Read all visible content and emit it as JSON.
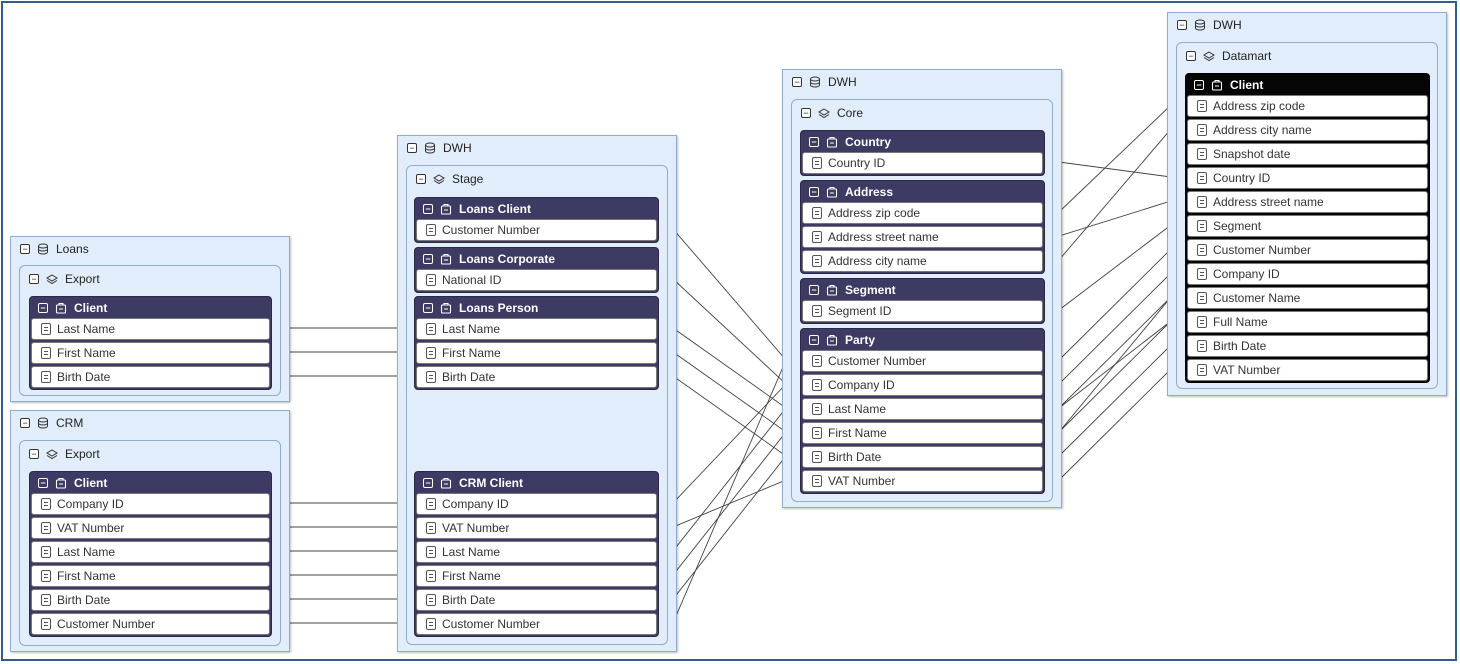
{
  "layers": [
    {
      "id": "loans",
      "title": "Loans",
      "schemas": [
        {
          "title": "Export",
          "entities": [
            {
              "id": "loans_client",
              "title": "Client",
              "fields": [
                "Last Name",
                "First Name",
                "Birth Date"
              ]
            }
          ]
        }
      ]
    },
    {
      "id": "crm",
      "title": "CRM",
      "schemas": [
        {
          "title": "Export",
          "entities": [
            {
              "id": "crm_client",
              "title": "Client",
              "fields": [
                "Company ID",
                "VAT Number",
                "Last Name",
                "First Name",
                "Birth Date",
                "Customer Number"
              ]
            }
          ]
        }
      ]
    },
    {
      "id": "stage_dwh",
      "title": "DWH",
      "schemas": [
        {
          "title": "Stage",
          "entities": [
            {
              "id": "st_loans_client",
              "title": "Loans Client",
              "fields": [
                "Customer Number"
              ]
            },
            {
              "id": "st_loans_corp",
              "title": "Loans Corporate",
              "fields": [
                "National ID"
              ]
            },
            {
              "id": "st_loans_person",
              "title": "Loans Person",
              "fields": [
                "Last Name",
                "First Name",
                "Birth Date"
              ]
            },
            {
              "id": "st_crm_client",
              "title": "CRM Client",
              "fields": [
                "Company ID",
                "VAT Number",
                "Last Name",
                "First Name",
                "Birth Date",
                "Customer Number"
              ]
            }
          ]
        }
      ]
    },
    {
      "id": "core_dwh",
      "title": "DWH",
      "schemas": [
        {
          "title": "Core",
          "entities": [
            {
              "id": "core_country",
              "title": "Country",
              "fields": [
                "Country ID"
              ]
            },
            {
              "id": "core_address",
              "title": "Address",
              "fields": [
                "Address zip code",
                "Address street name",
                "Address city name"
              ]
            },
            {
              "id": "core_segment",
              "title": "Segment",
              "fields": [
                "Segment ID"
              ]
            },
            {
              "id": "core_party",
              "title": "Party",
              "fields": [
                "Customer Number",
                "Company ID",
                "Last Name",
                "First Name",
                "Birth Date",
                "VAT Number"
              ]
            }
          ]
        }
      ]
    },
    {
      "id": "dm_dwh",
      "title": "DWH",
      "schemas": [
        {
          "title": "Datamart",
          "entities": [
            {
              "id": "dm_client",
              "title": "Client",
              "fields": [
                "Address zip code",
                "Address city name",
                "Snapshot date",
                "Country ID",
                "Address street name",
                "Segment",
                "Customer Number",
                "Company ID",
                "Customer Name",
                "Full Name",
                "Birth Date",
                "VAT Number"
              ]
            }
          ]
        }
      ]
    }
  ],
  "links": [
    [
      "loans_client",
      0,
      "st_loans_person",
      0
    ],
    [
      "loans_client",
      1,
      "st_loans_person",
      1
    ],
    [
      "loans_client",
      2,
      "st_loans_person",
      2
    ],
    [
      "crm_client",
      0,
      "st_crm_client",
      0
    ],
    [
      "crm_client",
      1,
      "st_crm_client",
      1
    ],
    [
      "crm_client",
      2,
      "st_crm_client",
      2
    ],
    [
      "crm_client",
      3,
      "st_crm_client",
      3
    ],
    [
      "crm_client",
      4,
      "st_crm_client",
      4
    ],
    [
      "crm_client",
      5,
      "st_crm_client",
      5
    ],
    [
      "st_loans_client",
      0,
      "core_party",
      0
    ],
    [
      "st_loans_corp",
      0,
      "core_party",
      1
    ],
    [
      "st_loans_person",
      0,
      "core_party",
      2
    ],
    [
      "st_loans_person",
      1,
      "core_party",
      3
    ],
    [
      "st_loans_person",
      2,
      "core_party",
      4
    ],
    [
      "st_crm_client",
      0,
      "core_party",
      1
    ],
    [
      "st_crm_client",
      1,
      "core_party",
      5
    ],
    [
      "st_crm_client",
      2,
      "core_party",
      2
    ],
    [
      "st_crm_client",
      3,
      "core_party",
      3
    ],
    [
      "st_crm_client",
      4,
      "core_party",
      4
    ],
    [
      "st_crm_client",
      5,
      "core_party",
      0
    ],
    [
      "core_country",
      0,
      "dm_client",
      3
    ],
    [
      "core_address",
      0,
      "dm_client",
      0
    ],
    [
      "core_address",
      1,
      "dm_client",
      4
    ],
    [
      "core_address",
      2,
      "dm_client",
      1
    ],
    [
      "core_segment",
      0,
      "dm_client",
      5
    ],
    [
      "core_party",
      0,
      "dm_client",
      6
    ],
    [
      "core_party",
      1,
      "dm_client",
      7
    ],
    [
      "core_party",
      2,
      "dm_client",
      8
    ],
    [
      "core_party",
      2,
      "dm_client",
      9
    ],
    [
      "core_party",
      3,
      "dm_client",
      8
    ],
    [
      "core_party",
      3,
      "dm_client",
      9
    ],
    [
      "core_party",
      4,
      "dm_client",
      10
    ],
    [
      "core_party",
      5,
      "dm_client",
      11
    ]
  ]
}
